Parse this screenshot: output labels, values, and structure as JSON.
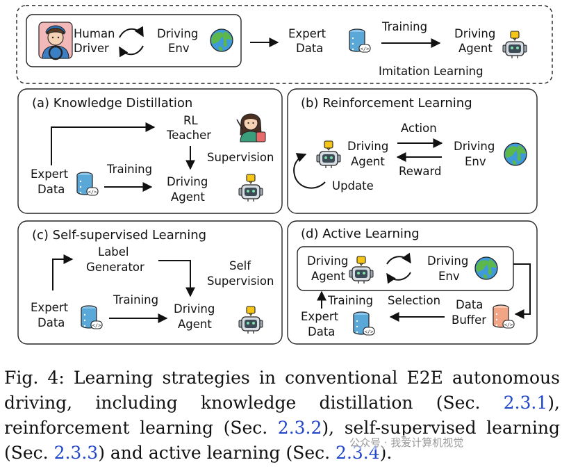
{
  "top": {
    "human_driver": [
      "Human",
      "Driver"
    ],
    "driving_env": [
      "Driving",
      "Env"
    ],
    "expert_data": [
      "Expert",
      "Data"
    ],
    "training": "Training",
    "driving_agent": [
      "Driving",
      "Agent"
    ],
    "imitation_learning": "Imitation Learning"
  },
  "kd": {
    "title": "(a) Knowledge Distillation",
    "rl_teacher": [
      "RL",
      "Teacher"
    ],
    "supervision": "Supervision",
    "expert_data": [
      "Expert",
      "Data"
    ],
    "training": "Training",
    "driving_agent": [
      "Driving",
      "Agent"
    ]
  },
  "rl": {
    "title": "(b) Reinforcement Learning",
    "driving_agent": [
      "Driving",
      "Agent"
    ],
    "action": "Action",
    "reward": "Reward",
    "driving_env": [
      "Driving",
      "Env"
    ],
    "update": "Update"
  },
  "ssl": {
    "title": "(c) Self-supervised Learning",
    "label_generator": [
      "Label",
      "Generator"
    ],
    "self_supervision": [
      "Self",
      "Supervision"
    ],
    "expert_data": [
      "Expert",
      "Data"
    ],
    "training": "Training",
    "driving_agent": [
      "Driving",
      "Agent"
    ]
  },
  "al": {
    "title": "(d) Active Learning",
    "driving_agent": [
      "Driving",
      "Agent"
    ],
    "driving_env": [
      "Driving",
      "Env"
    ],
    "training": "Training",
    "selection": "Selection",
    "expert_data": [
      "Expert",
      "Data"
    ],
    "data_buffer": [
      "Data",
      "Buffer"
    ]
  },
  "caption": {
    "prefix": "Fig. 4: Learning strategies in conventional E2E autonomous driving, including knowledge distillation (Sec. ",
    "ref1": "2.3.1",
    "part2": "), reinforcement learning (Sec. ",
    "ref2": "2.3.2",
    "part3": "), self-supervised learning (Sec. ",
    "ref3": "2.3.3",
    "part4": ") and active learning (Sec. ",
    "ref4": "2.3.4",
    "suffix": ")."
  },
  "watermark": "公众号 · 我爱计算机视觉",
  "icons": {
    "human": "driver-person-icon",
    "env": "earth-globe-icon",
    "data": "database-code-icon",
    "agent": "robot-agent-icon",
    "teacher": "teacher-icon"
  },
  "colors": {
    "globe_ocean": "#3f9ad9",
    "globe_land": "#5cb84a",
    "database": "#5aa8d8",
    "data_buffer": "#f2a585",
    "robot_chat": "#f5c518",
    "teacher_jacket": "#3a9d7c"
  }
}
